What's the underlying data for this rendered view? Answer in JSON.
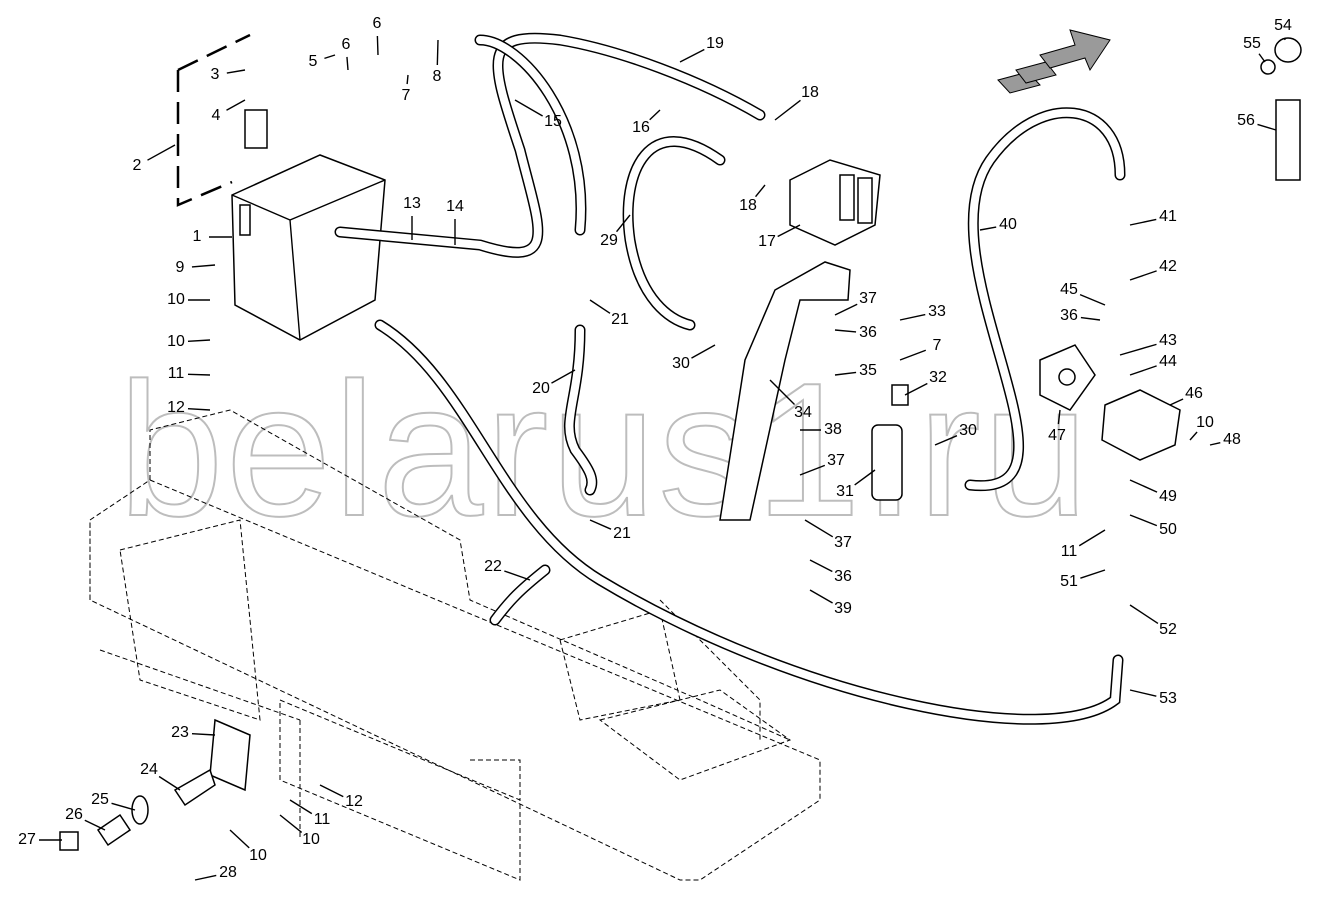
{
  "watermark": "belarus1.ru",
  "colors": {
    "line": "#000000",
    "watermark": "#bdbdbd",
    "arrow": "#9a9a9a"
  },
  "callouts": [
    {
      "text": "1"
    },
    {
      "text": "2"
    },
    {
      "text": "3"
    },
    {
      "text": "4"
    },
    {
      "text": "5"
    },
    {
      "text": "6"
    },
    {
      "text": "6"
    },
    {
      "text": "7"
    },
    {
      "text": "8"
    },
    {
      "text": "9"
    },
    {
      "text": "10"
    },
    {
      "text": "10"
    },
    {
      "text": "11"
    },
    {
      "text": "12"
    },
    {
      "text": "13"
    },
    {
      "text": "14"
    },
    {
      "text": "15"
    },
    {
      "text": "16"
    },
    {
      "text": "17"
    },
    {
      "text": "18"
    },
    {
      "text": "18"
    },
    {
      "text": "19"
    },
    {
      "text": "20"
    },
    {
      "text": "21"
    },
    {
      "text": "21"
    },
    {
      "text": "22"
    },
    {
      "text": "23"
    },
    {
      "text": "24"
    },
    {
      "text": "25"
    },
    {
      "text": "26"
    },
    {
      "text": "27"
    },
    {
      "text": "28"
    },
    {
      "text": "29"
    },
    {
      "text": "30"
    },
    {
      "text": "30"
    },
    {
      "text": "31"
    },
    {
      "text": "32"
    },
    {
      "text": "33"
    },
    {
      "text": "34"
    },
    {
      "text": "35"
    },
    {
      "text": "36"
    },
    {
      "text": "36"
    },
    {
      "text": "36"
    },
    {
      "text": "37"
    },
    {
      "text": "37"
    },
    {
      "text": "37"
    },
    {
      "text": "38"
    },
    {
      "text": "39"
    },
    {
      "text": "40"
    },
    {
      "text": "41"
    },
    {
      "text": "42"
    },
    {
      "text": "43"
    },
    {
      "text": "44"
    },
    {
      "text": "45"
    },
    {
      "text": "46"
    },
    {
      "text": "47"
    },
    {
      "text": "48"
    },
    {
      "text": "49"
    },
    {
      "text": "50"
    },
    {
      "text": "51"
    },
    {
      "text": "52"
    },
    {
      "text": "53"
    },
    {
      "text": "54"
    },
    {
      "text": "55"
    },
    {
      "text": "56"
    },
    {
      "text": "10"
    },
    {
      "text": "10"
    },
    {
      "text": "10"
    },
    {
      "text": "11"
    },
    {
      "text": "11"
    },
    {
      "text": "12"
    },
    {
      "text": "7"
    }
  ]
}
